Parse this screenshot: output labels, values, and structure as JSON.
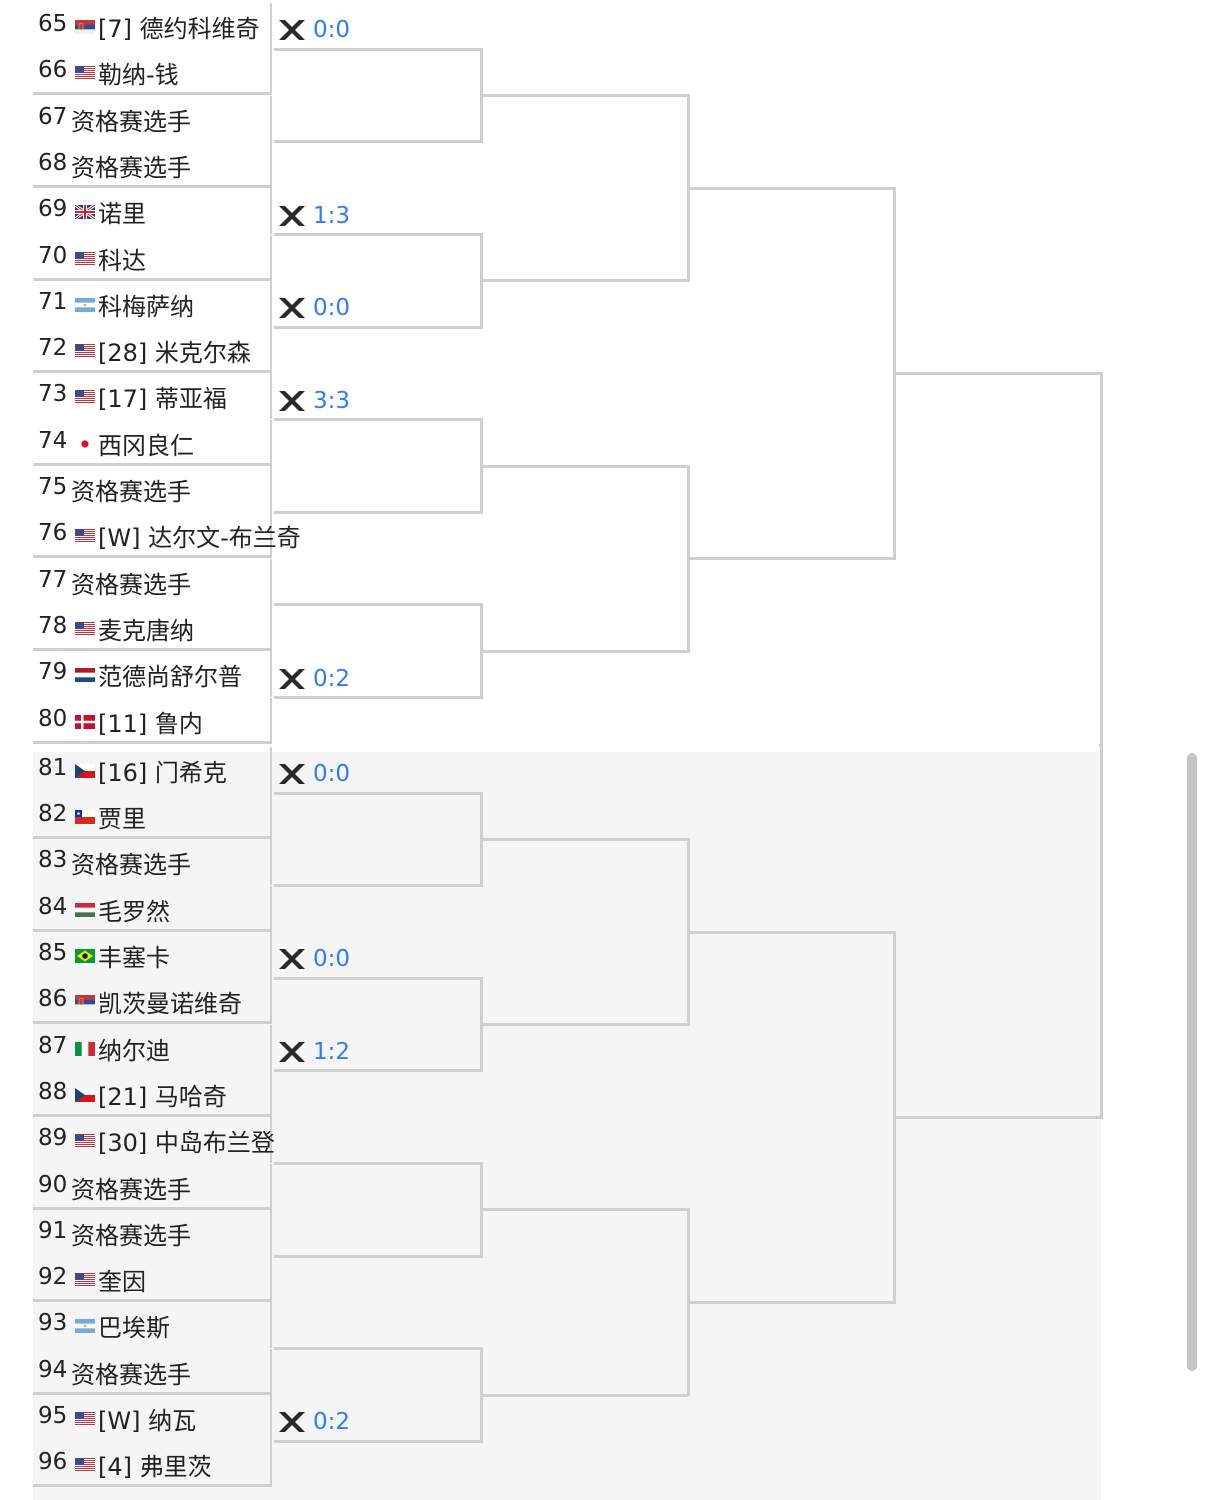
{
  "colors": {
    "score": "#2e7cf6",
    "bracket_line": "#cfcfcf",
    "icon": "#2a2a2a",
    "section_bottom_bg": "#f5f5f5"
  },
  "players": [
    {
      "num": "65",
      "flag": "SRB",
      "name": "[7] 德约科维奇"
    },
    {
      "num": "66",
      "flag": "USA",
      "name": "勒纳-钱"
    },
    {
      "num": "67",
      "flag": "",
      "name": "资格赛选手"
    },
    {
      "num": "68",
      "flag": "",
      "name": "资格赛选手"
    },
    {
      "num": "69",
      "flag": "GBR",
      "name": "诺里"
    },
    {
      "num": "70",
      "flag": "USA",
      "name": "科达"
    },
    {
      "num": "71",
      "flag": "ARG",
      "name": "科梅萨纳"
    },
    {
      "num": "72",
      "flag": "USA",
      "name": "[28] 米克尔森"
    },
    {
      "num": "73",
      "flag": "USA",
      "name": "[17] 蒂亚福"
    },
    {
      "num": "74",
      "flag": "JPN",
      "name": "西冈良仁"
    },
    {
      "num": "75",
      "flag": "",
      "name": "资格赛选手"
    },
    {
      "num": "76",
      "flag": "USA",
      "name": "[W] 达尔文-布兰奇"
    },
    {
      "num": "77",
      "flag": "",
      "name": "资格赛选手"
    },
    {
      "num": "78",
      "flag": "USA",
      "name": "麦克唐纳"
    },
    {
      "num": "79",
      "flag": "NED",
      "name": "范德尚舒尔普"
    },
    {
      "num": "80",
      "flag": "DEN",
      "name": "[11] 鲁内"
    },
    {
      "num": "81",
      "flag": "CZE",
      "name": "[16] 门希克"
    },
    {
      "num": "82",
      "flag": "CHI",
      "name": "贾里"
    },
    {
      "num": "83",
      "flag": "",
      "name": "资格赛选手"
    },
    {
      "num": "84",
      "flag": "HUN",
      "name": "毛罗然"
    },
    {
      "num": "85",
      "flag": "BRA",
      "name": "丰塞卡"
    },
    {
      "num": "86",
      "flag": "SRB",
      "name": "凯茨曼诺维奇"
    },
    {
      "num": "87",
      "flag": "ITA",
      "name": "纳尔迪"
    },
    {
      "num": "88",
      "flag": "CZE",
      "name": "[21] 马哈奇"
    },
    {
      "num": "89",
      "flag": "USA",
      "name": "[30] 中岛布兰登"
    },
    {
      "num": "90",
      "flag": "",
      "name": "资格赛选手"
    },
    {
      "num": "91",
      "flag": "",
      "name": "资格赛选手"
    },
    {
      "num": "92",
      "flag": "USA",
      "name": "奎因"
    },
    {
      "num": "93",
      "flag": "ARG",
      "name": "巴埃斯"
    },
    {
      "num": "94",
      "flag": "",
      "name": "资格赛选手"
    },
    {
      "num": "95",
      "flag": "USA",
      "name": "[W] 纳瓦"
    },
    {
      "num": "96",
      "flag": "USA",
      "name": "[4] 弗里茨"
    }
  ],
  "matches": [
    {
      "match": 1,
      "h2h": "0:0"
    },
    {
      "match": 2,
      "h2h": ""
    },
    {
      "match": 3,
      "h2h": "1:3"
    },
    {
      "match": 4,
      "h2h": "0:0"
    },
    {
      "match": 5,
      "h2h": "3:3"
    },
    {
      "match": 6,
      "h2h": ""
    },
    {
      "match": 7,
      "h2h": ""
    },
    {
      "match": 8,
      "h2h": "0:2"
    },
    {
      "match": 9,
      "h2h": "0:0"
    },
    {
      "match": 10,
      "h2h": ""
    },
    {
      "match": 11,
      "h2h": "0:0"
    },
    {
      "match": 12,
      "h2h": "1:2"
    },
    {
      "match": 13,
      "h2h": ""
    },
    {
      "match": 14,
      "h2h": ""
    },
    {
      "match": 15,
      "h2h": ""
    },
    {
      "match": 16,
      "h2h": "0:2"
    }
  ]
}
